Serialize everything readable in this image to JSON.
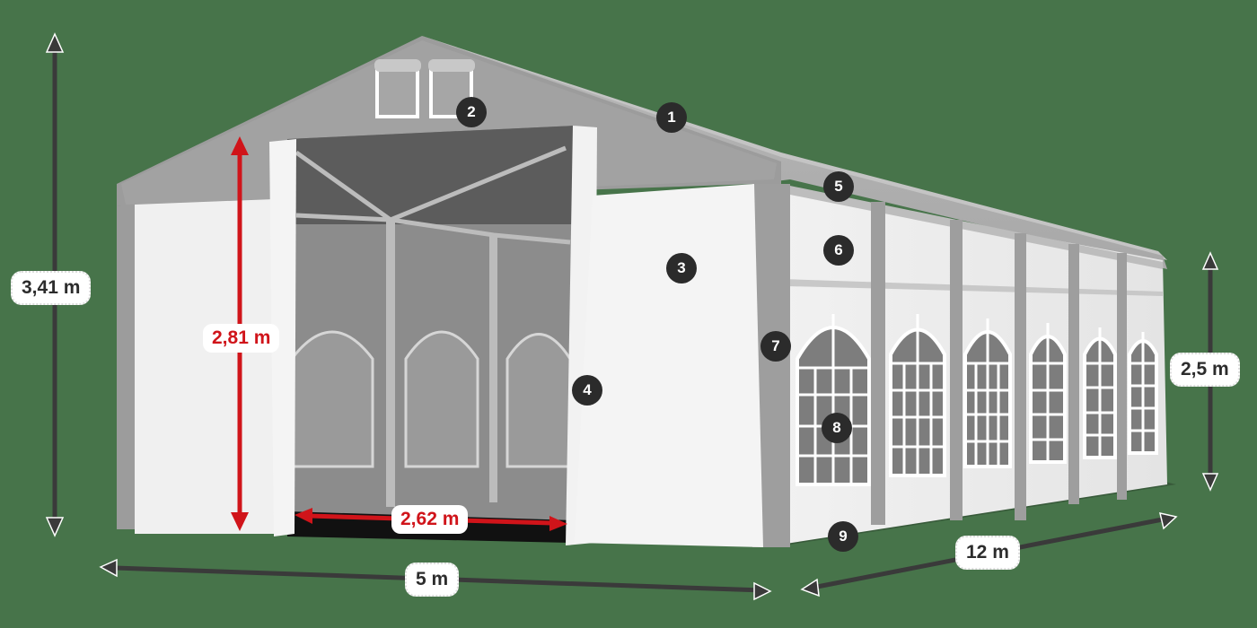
{
  "background_color": "#47744a",
  "dimensions": {
    "total_height": "3,41 m",
    "side_height": "2,5 m",
    "door_height": "2,81 m",
    "door_width": "2,62 m",
    "width": "5 m",
    "length": "12 m"
  },
  "colors": {
    "dimension_arrow": "#3a3a3a",
    "door_arrow": "#d0141a",
    "marker_bg": "#2b2b2b",
    "marker_text": "#ffffff"
  },
  "markers": [
    {
      "id": "1",
      "label": "1"
    },
    {
      "id": "2",
      "label": "2"
    },
    {
      "id": "3",
      "label": "3"
    },
    {
      "id": "4",
      "label": "4"
    },
    {
      "id": "5",
      "label": "5"
    },
    {
      "id": "6",
      "label": "6"
    },
    {
      "id": "7",
      "label": "7"
    },
    {
      "id": "8",
      "label": "8"
    },
    {
      "id": "9",
      "label": "9"
    }
  ]
}
